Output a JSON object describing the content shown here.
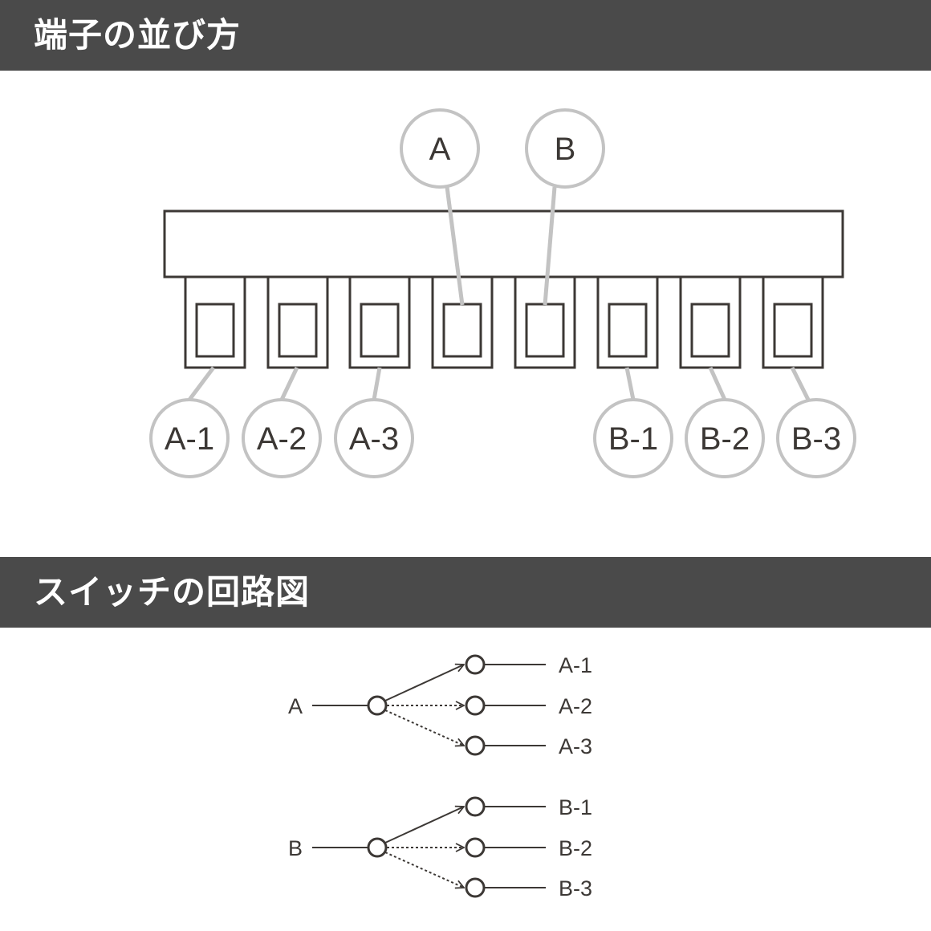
{
  "sections": {
    "terminal_layout_title": "端子の並び方",
    "circuit_title": "スイッチの回路図"
  },
  "terminal_layout": {
    "terminal_count": 8,
    "top_callouts": [
      {
        "label": "A",
        "terminal": 4
      },
      {
        "label": "B",
        "terminal": 5
      }
    ],
    "bottom_callouts": [
      {
        "label": "A-1",
        "terminal": 1
      },
      {
        "label": "A-2",
        "terminal": 2
      },
      {
        "label": "A-3",
        "terminal": 3
      },
      {
        "label": "B-1",
        "terminal": 6
      },
      {
        "label": "B-2",
        "terminal": 7
      },
      {
        "label": "B-3",
        "terminal": 8
      }
    ]
  },
  "circuit": {
    "groups": [
      {
        "common": "A",
        "outputs": [
          "A-1",
          "A-2",
          "A-3"
        ],
        "connected_output": "A-1"
      },
      {
        "common": "B",
        "outputs": [
          "B-1",
          "B-2",
          "B-3"
        ],
        "connected_output": "B-1"
      }
    ]
  },
  "colors": {
    "header_bg": "#4a4a4a",
    "header_text": "#ffffff",
    "line": "#3c3835",
    "callout": "#c3c3c3"
  }
}
